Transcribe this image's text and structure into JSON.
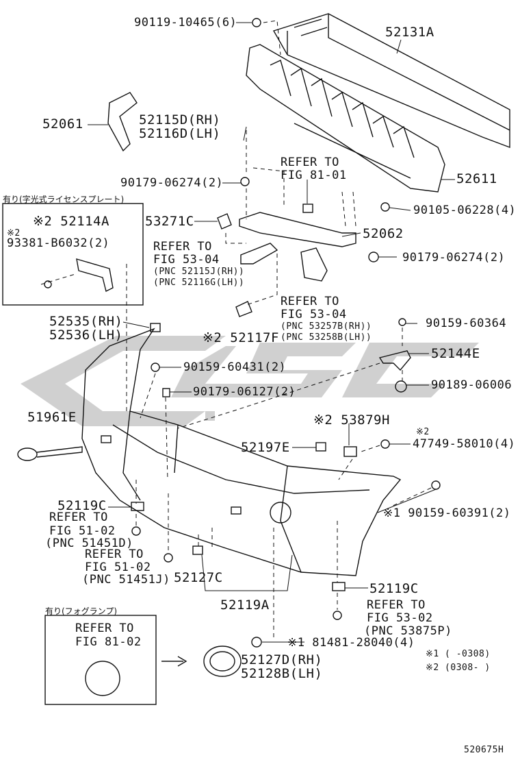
{
  "watermark": {
    "text": "CLS GC",
    "color": "#bfbfbf"
  },
  "drawing_code": "520675H",
  "notes": {
    "n1": "※1 (     -0308)",
    "n2": "※2 (0308-     )"
  },
  "inset_license": {
    "title": "有り(字光式ライセンスプレート)"
  },
  "inset_fog": {
    "title": "有り(フォグランプ)"
  },
  "labels": {
    "p90119": "90119-10465(6)",
    "p52131a": "52131A",
    "p52061": "52061",
    "p52115d": "52115D(RH)",
    "p52116d": "52116D(LH)",
    "p52611": "52611",
    "p90179a": "90179-06274(2)",
    "refer8101a": "REFER TO",
    "refer8101b": "FIG 81-01",
    "p90105": "90105-06228(4)",
    "p52114a": "※2 52114A",
    "p93381note": "※2",
    "p93381": "93381-B6032(2)",
    "p53271c": "53271C",
    "p52062": "52062",
    "refer5304a1": "REFER TO",
    "refer5304a2": "FIG 53-04",
    "refer5304a3": "(PNC 52115J(RH))",
    "refer5304a4": "(PNC 52116G(LH))",
    "p90179b": "90179-06274(2)",
    "refer5304b1": "REFER TO",
    "refer5304b2": "FIG 53-04",
    "refer5304b3": "(PNC 53257B(RH))",
    "refer5304b4": "(PNC 53258B(LH))",
    "p52535": "52535(RH)",
    "p52536": "52536(LH)",
    "p52117f": "※2 52117F",
    "p90159a": "90159-60364",
    "p52144e": "52144E",
    "p90159b": "90159-60431(2)",
    "p90189": "90189-06006",
    "p90179c": "90179-06127(2)",
    "p51961e": "51961E",
    "p53879h": "※2 53879H",
    "p52197e": "52197E",
    "p47749note": "※2",
    "p47749": "47749-58010(4)",
    "p52119ca": "52119C",
    "refer5102a1": "REFER TO",
    "refer5102a2": "FIG 51-02",
    "refer5102a3": "(PNC 51451D)",
    "p90159c": "※1 90159-60391(2)",
    "refer5102b1": "REFER TO",
    "refer5102b2": "FIG 51-02",
    "refer5102b3": "(PNC 51451J)",
    "p52127c": "52127C",
    "p52119a": "52119A",
    "p52119cb": "52119C",
    "refer5302a1": "REFER TO",
    "refer5302a2": "FIG 53-02",
    "refer5302a3": "(PNC 53875P)",
    "refer8102a1": "REFER TO",
    "refer8102a2": "FIG 81-02",
    "p81481": "※1 81481-28040(4)",
    "p52127d": "52127D(RH)",
    "p52128b": "52128B(LH)"
  }
}
